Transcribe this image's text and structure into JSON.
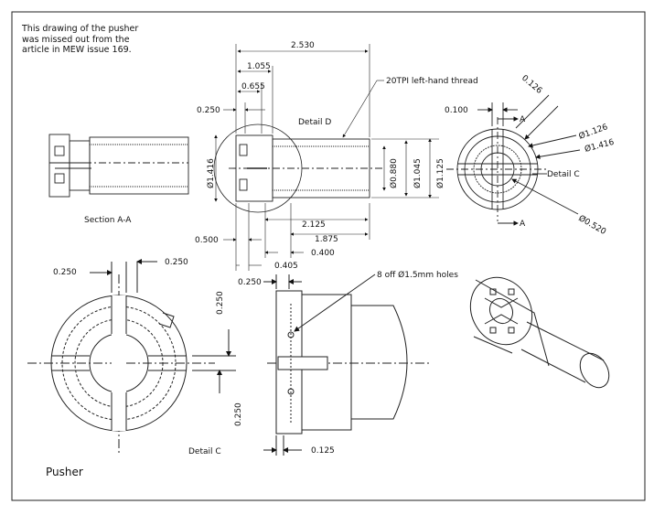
{
  "note": "This drawing of the pusher\nwas missed out from the\narticle in MEW issue 169.",
  "title": "Pusher",
  "labels": {
    "section_aa": "Section A-A",
    "detail_d": "Detail D",
    "detail_c_top": "Detail C",
    "detail_c_bottom": "Detail C",
    "thread_note": "20TPI left-hand thread",
    "holes_note": "8 off Ø1.5mm holes",
    "section_a_top": "A",
    "section_a_bottom": "A"
  },
  "dimensions": {
    "d_2530": "2.530",
    "d_1055": "1.055",
    "d_0655": "0.655",
    "d_0250_a": "0.250",
    "d_1416_dia": "Ø1.416",
    "d_0880_dia": "Ø0.880",
    "d_1045_dia": "Ø1.045",
    "d_1125_dia": "Ø1.125",
    "d_2125": "2.125",
    "d_1875": "1.875",
    "d_0500": "0.500",
    "d_0400": "0.400",
    "d_0405": "0.405",
    "d_0100": "0.100",
    "d_0126": "0.126",
    "d_1126_dia": "Ø1.126",
    "d_1416_dia_c": "Ø1.416",
    "d_0520_dia": "Ø0.520",
    "d_0250_left": "0.250",
    "d_0250_right": "0.250",
    "d_0250_vert_top": "0.250",
    "d_0250_vert_bot": "0.250",
    "d_0250_side": "0.250",
    "d_0125": "0.125"
  }
}
